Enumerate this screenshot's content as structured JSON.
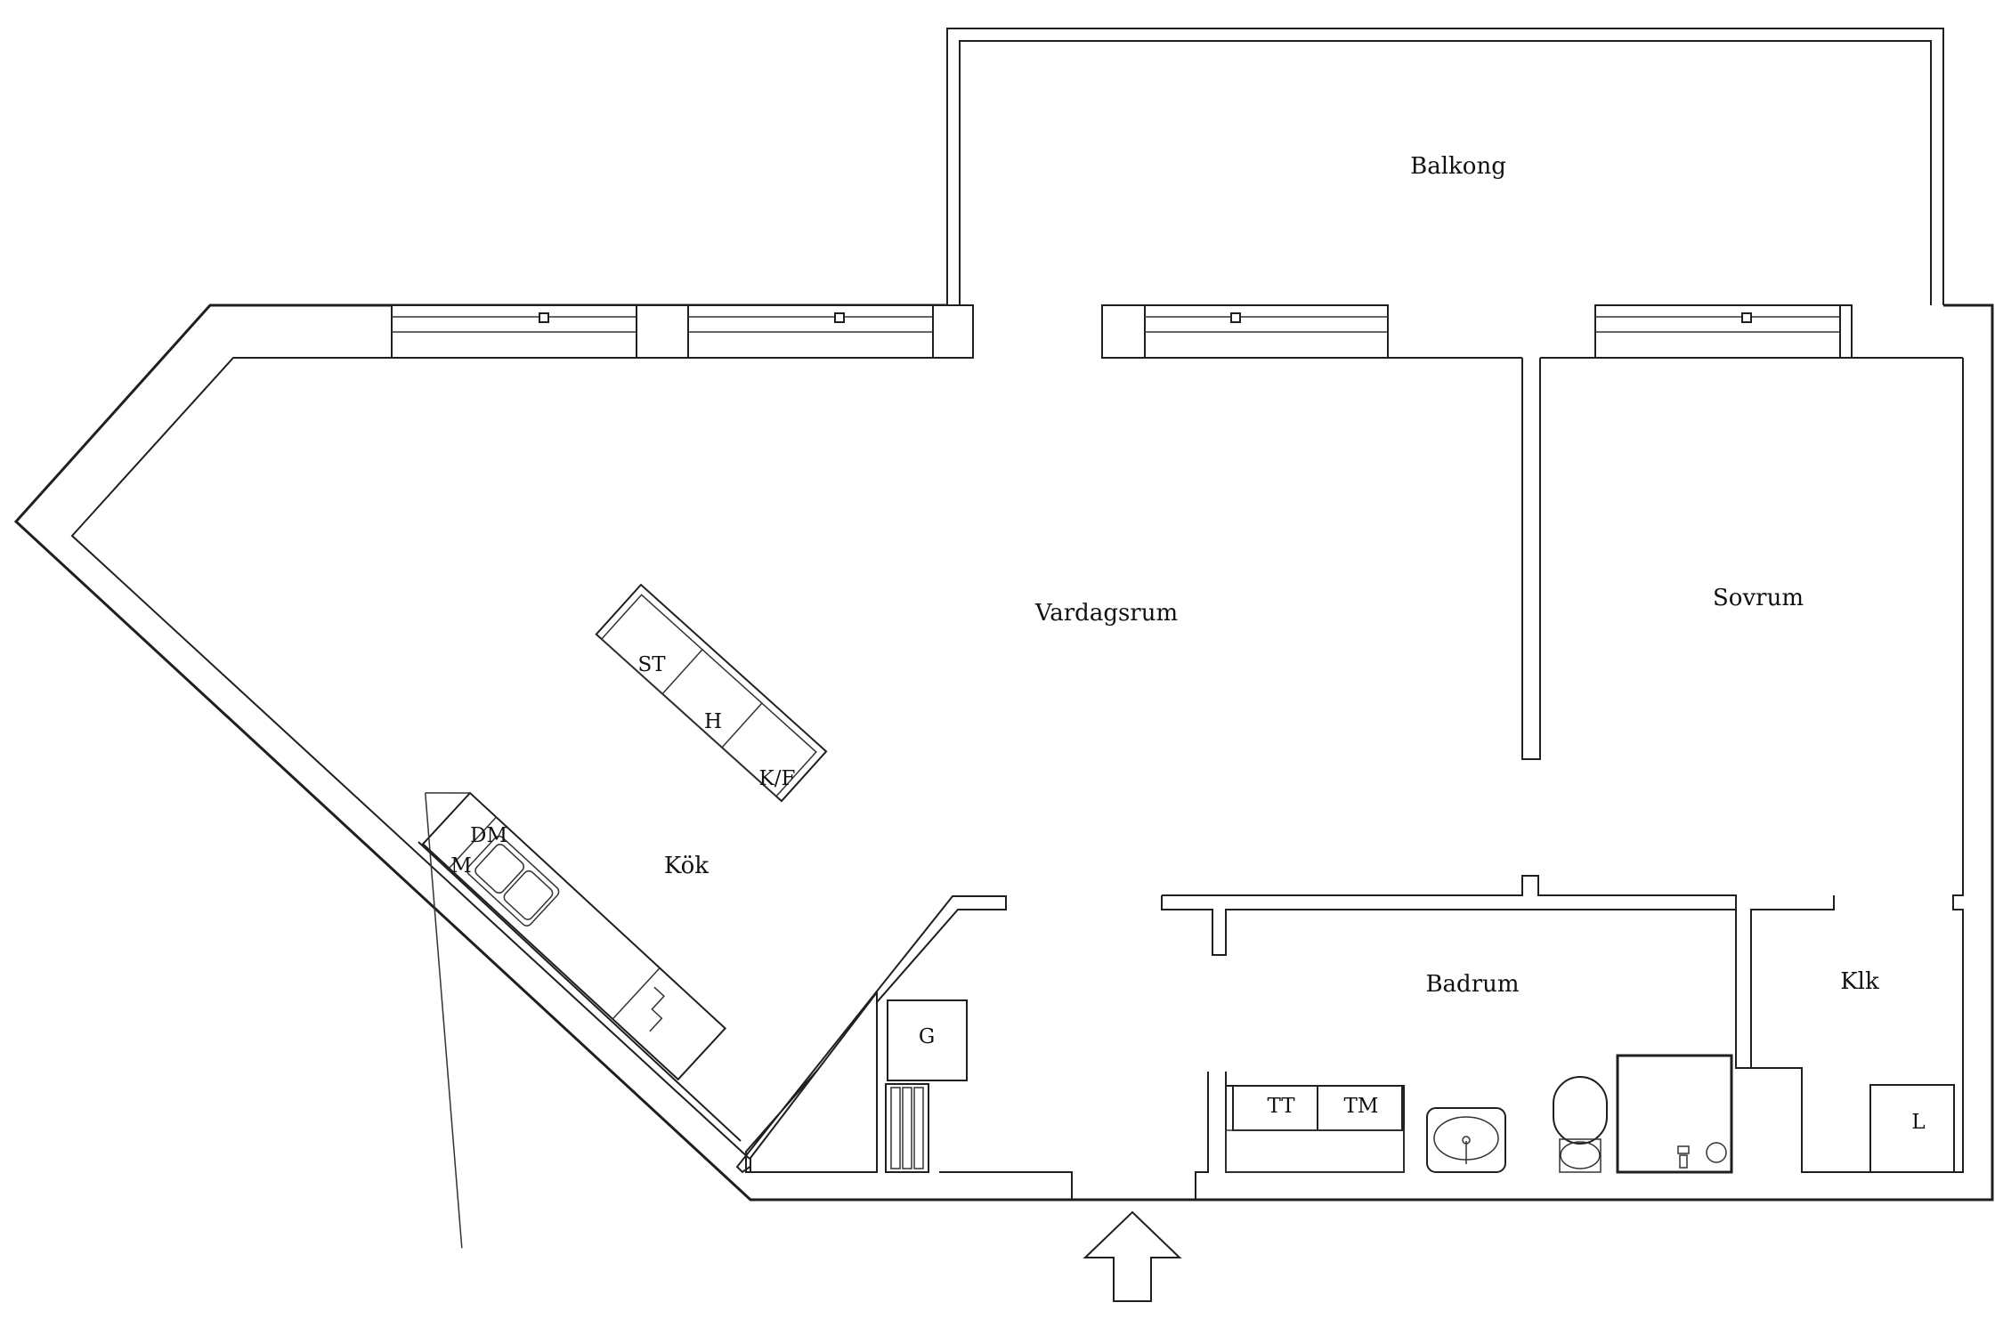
{
  "rooms": {
    "balkong": "Balkong",
    "vardagsrum": "Vardagsrum",
    "sovrum": "Sovrum",
    "kok": "Kök",
    "badrum": "Badrum",
    "klk": "Klk"
  },
  "fixtures": {
    "st": "ST",
    "h": "H",
    "kf": "K/F",
    "dm": "DM",
    "m": "M",
    "g": "G",
    "tt": "TT",
    "tm": "TM",
    "l": "L"
  },
  "icons": {
    "entrance": "entrance-arrow-icon",
    "sink": "sink-icon",
    "toilet": "toilet-icon",
    "shower": "shower-icon",
    "kitchen_sink": "kitchen-sink-icon",
    "radiator": "radiator-icon"
  }
}
